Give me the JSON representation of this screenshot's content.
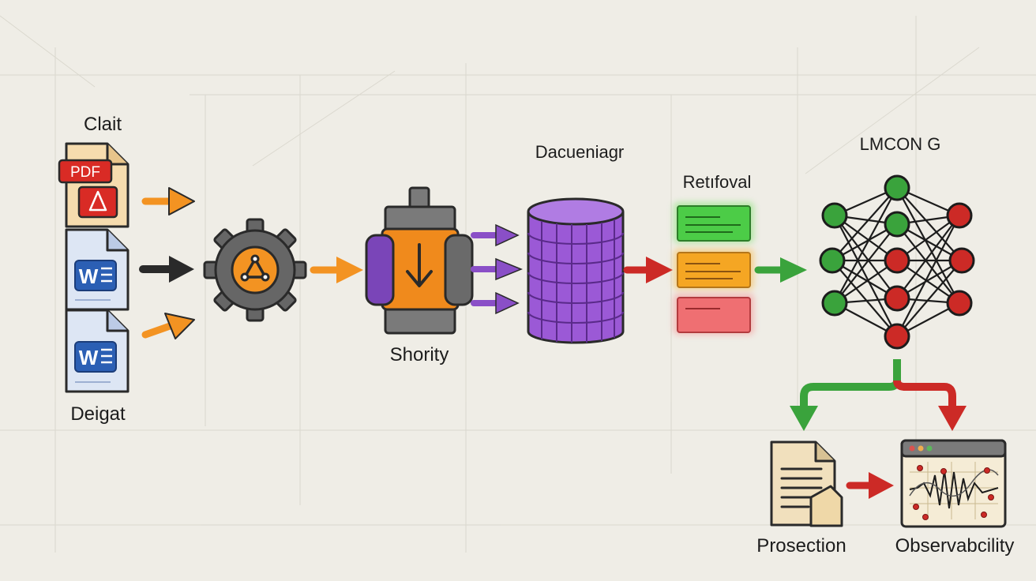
{
  "labels": {
    "client": "Clait",
    "digest": "Deigat",
    "shority": "Shority",
    "database": "Dacueniagr",
    "retrieval": "Retıfoval",
    "llm": "LMCON G",
    "projection": "Prosection",
    "observability": "Observabcility"
  },
  "icons": {
    "pdf_badge": "PDF",
    "word_letter": "W"
  },
  "colors": {
    "background": "#efede6",
    "orange": "#f39322",
    "purple": "#8a4fc7",
    "green": "#3aa33c",
    "red": "#cc2a26",
    "dark": "#2a2a2a",
    "word_blue": "#2b5fb4"
  }
}
